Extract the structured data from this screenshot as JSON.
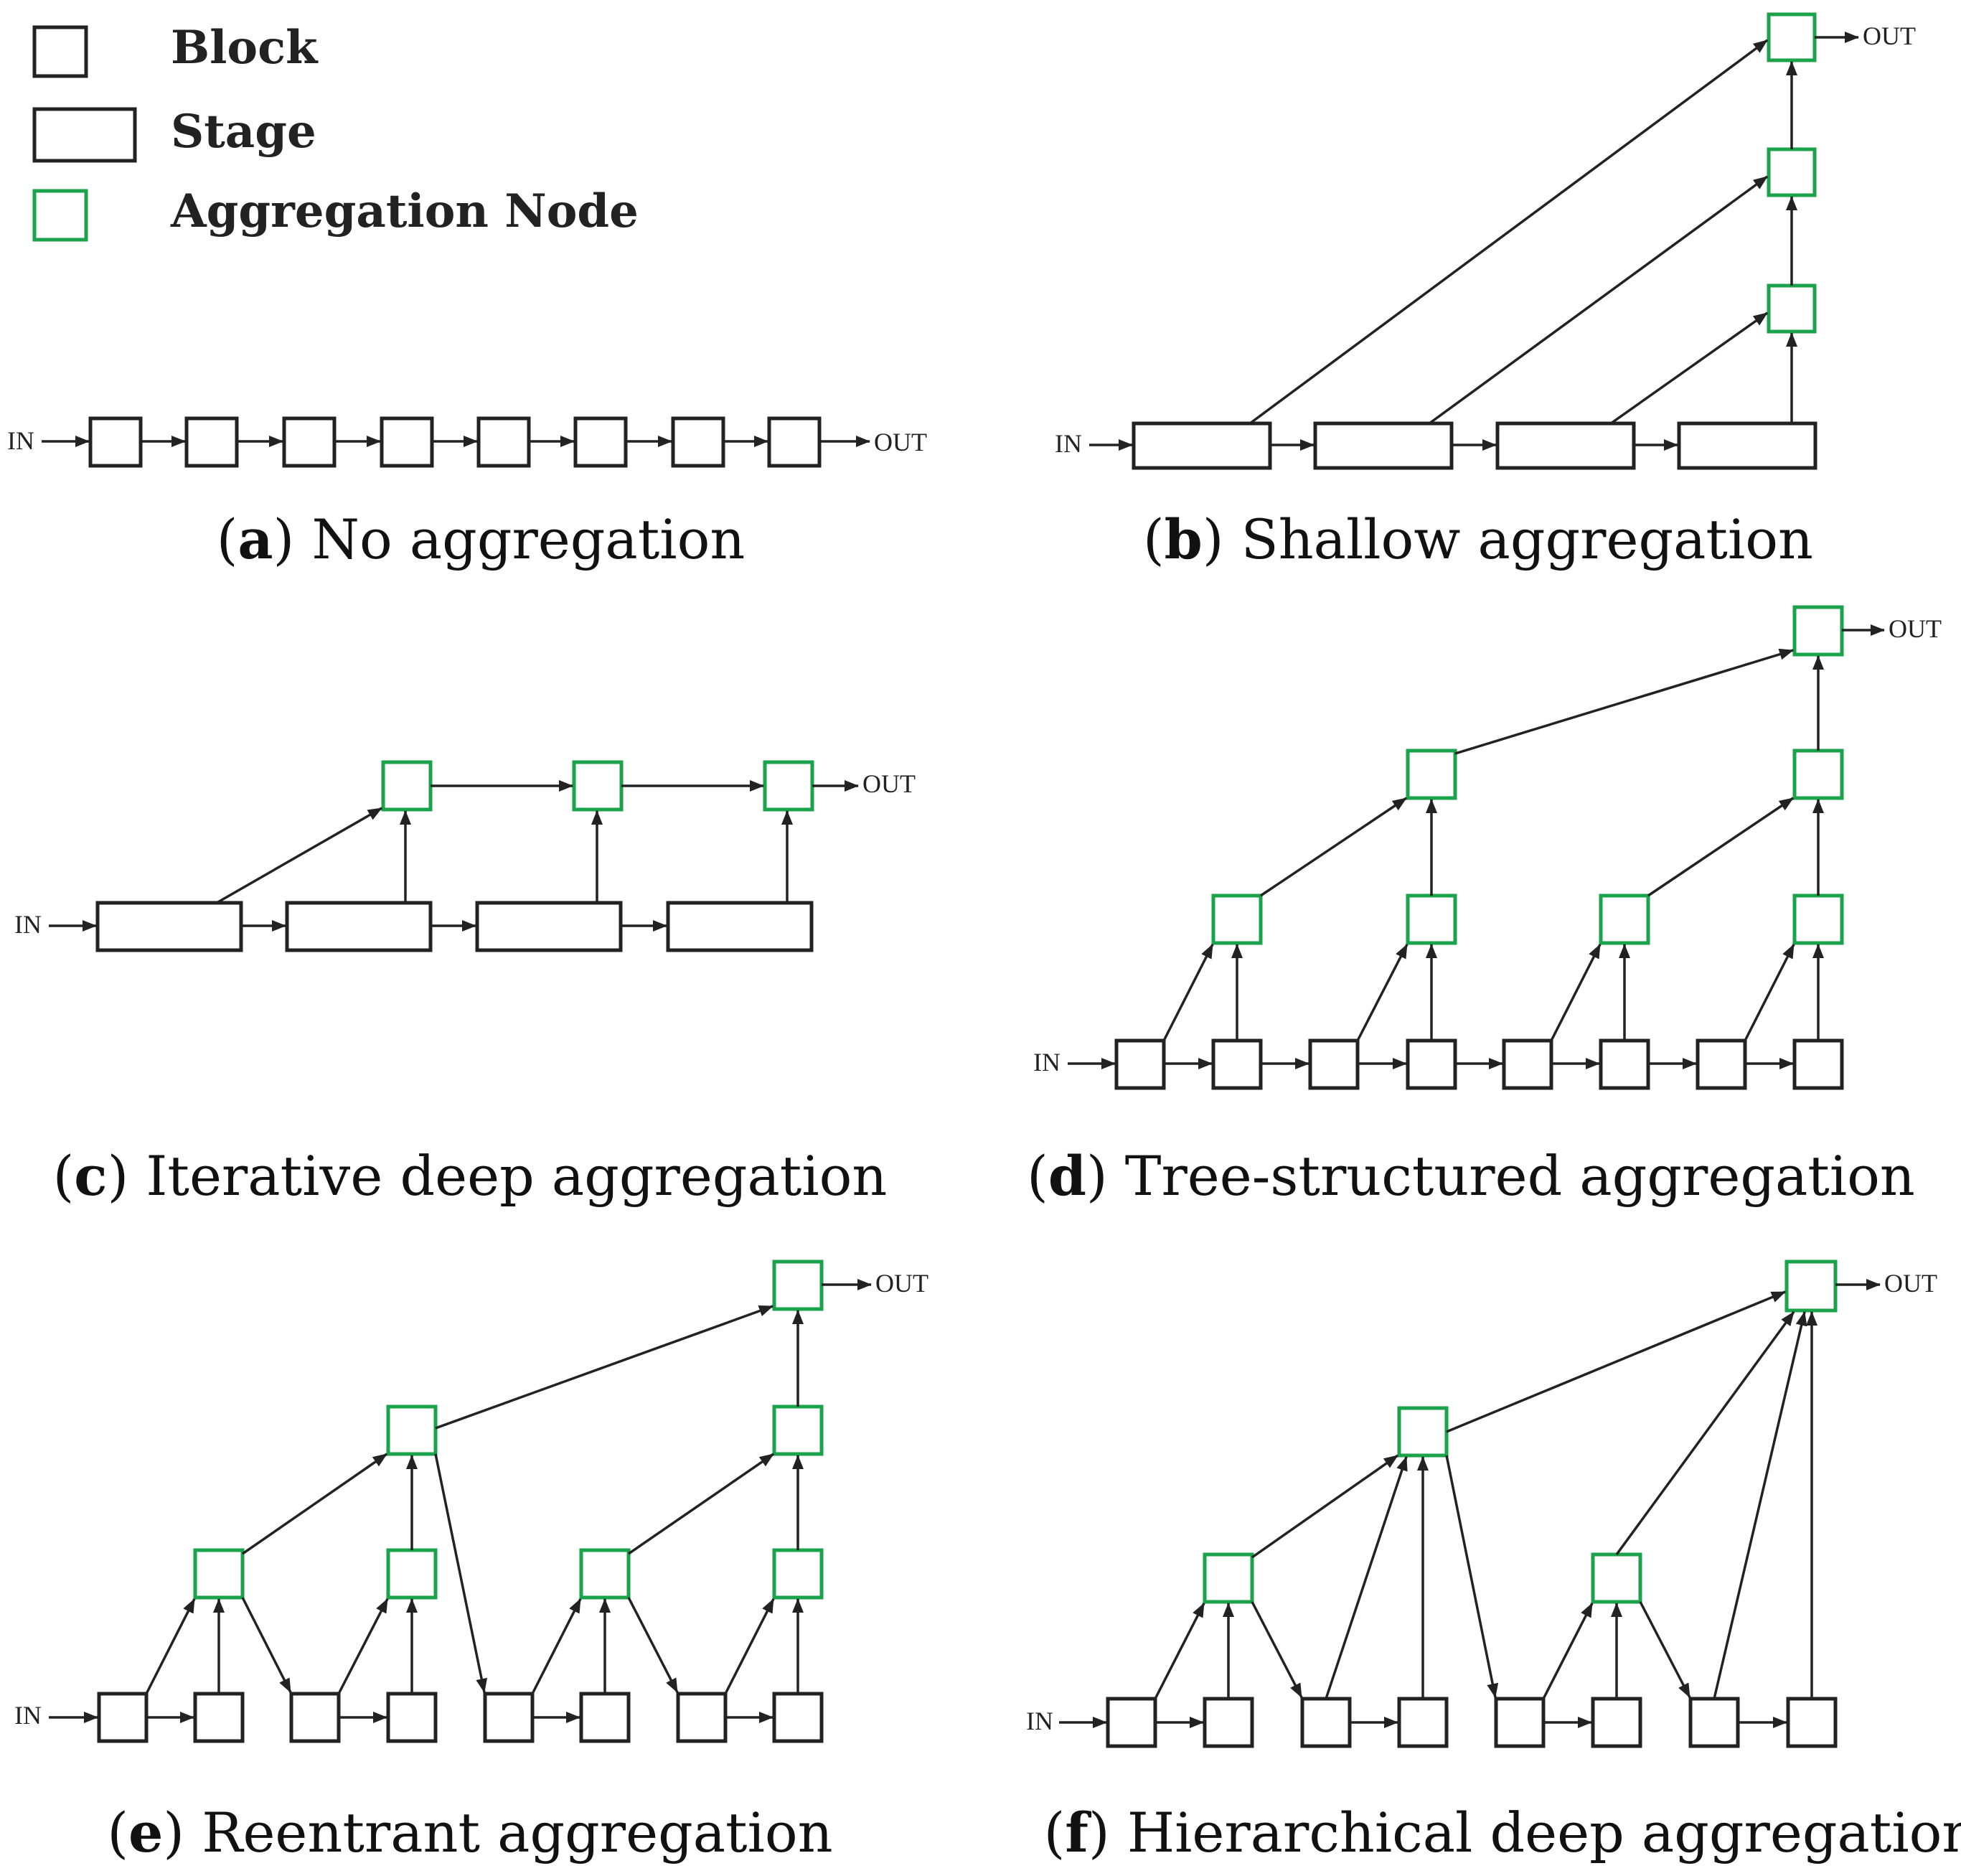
{
  "legend": [
    {
      "shape": "block",
      "label": "Block"
    },
    {
      "shape": "stage",
      "label": "Stage"
    },
    {
      "shape": "aggregation-node",
      "label": "Aggregation Node"
    }
  ],
  "io": {
    "in": "IN",
    "out": "OUT"
  },
  "colors": {
    "aggregation_node": "#1aa34a",
    "block": "#222222"
  },
  "panels": [
    {
      "letter": "a",
      "title": "No aggregation"
    },
    {
      "letter": "b",
      "title": "Shallow aggregation"
    },
    {
      "letter": "c",
      "title": "Iterative deep aggregation"
    },
    {
      "letter": "d",
      "title": "Tree-structured aggregation"
    },
    {
      "letter": "e",
      "title": "Reentrant aggregation"
    },
    {
      "letter": "f",
      "title": "Hierarchical deep aggregation"
    }
  ]
}
